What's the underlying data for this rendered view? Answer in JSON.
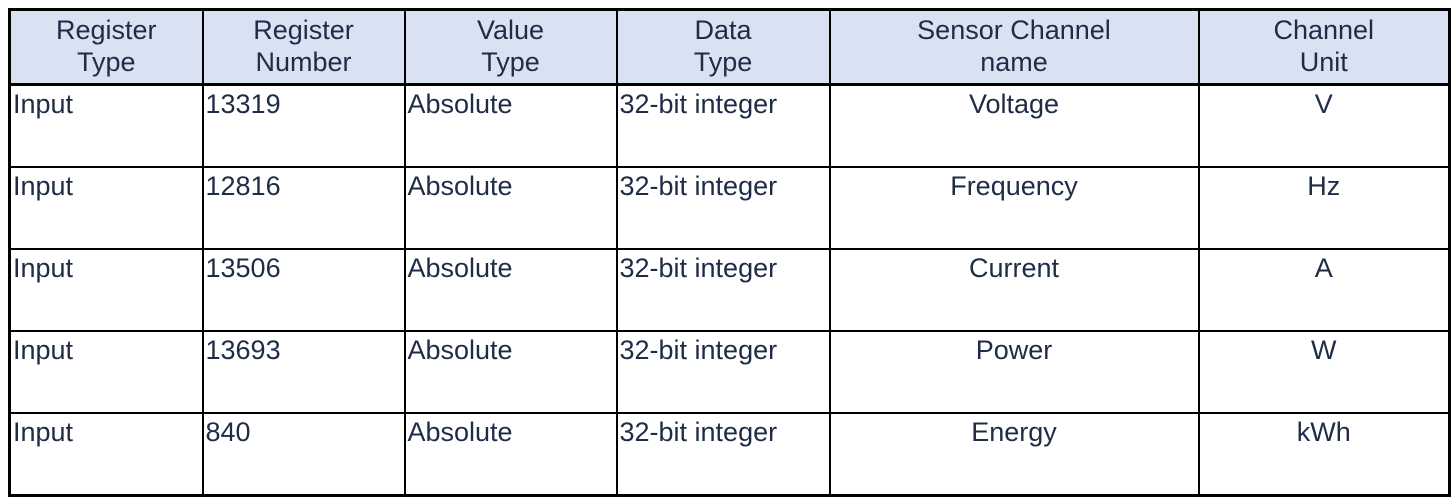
{
  "colors": {
    "header_background": "#d9e2f3",
    "text": "#1f2c47",
    "border": "#000000",
    "page_background": "#ffffff"
  },
  "table": {
    "columns": [
      {
        "label": "Register\nType"
      },
      {
        "label": "Register\nNumber"
      },
      {
        "label": "Value\nType"
      },
      {
        "label": "Data\nType"
      },
      {
        "label": "Sensor Channel\nname"
      },
      {
        "label": "Channel\nUnit"
      }
    ],
    "rows": [
      [
        "Input",
        "13319",
        "Absolute",
        "32-bit integer",
        "Voltage",
        "V"
      ],
      [
        "Input",
        "12816",
        "Absolute",
        "32-bit integer",
        "Frequency",
        "Hz"
      ],
      [
        "Input",
        "13506",
        "Absolute",
        "32-bit integer",
        "Current",
        "A"
      ],
      [
        "Input",
        "13693",
        "Absolute",
        "32-bit integer",
        "Power",
        "W"
      ],
      [
        "Input",
        "840",
        "Absolute",
        "32-bit integer",
        "Energy",
        "kWh"
      ]
    ]
  }
}
